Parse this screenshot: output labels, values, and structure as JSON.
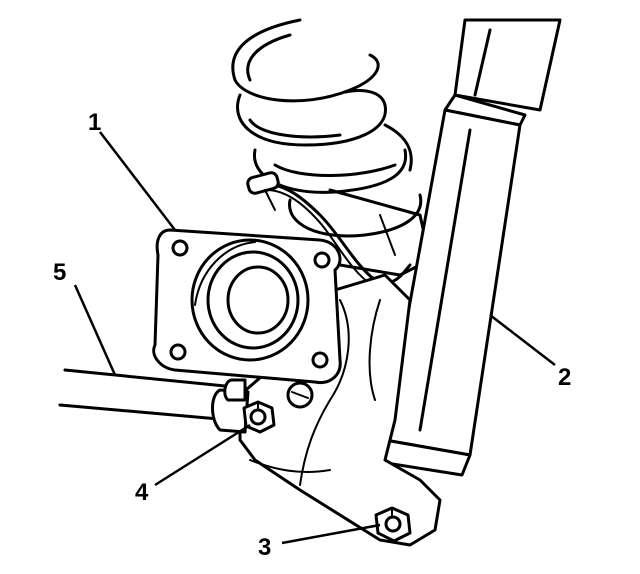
{
  "callouts": [
    {
      "id": "1",
      "label": "1",
      "part": "hub-flange"
    },
    {
      "id": "2",
      "label": "2",
      "part": "shock-absorber"
    },
    {
      "id": "3",
      "label": "3",
      "part": "lower-bolt-nut"
    },
    {
      "id": "4",
      "label": "4",
      "part": "axle-bolt-nut"
    },
    {
      "id": "5",
      "label": "5",
      "part": "axle-beam"
    }
  ]
}
